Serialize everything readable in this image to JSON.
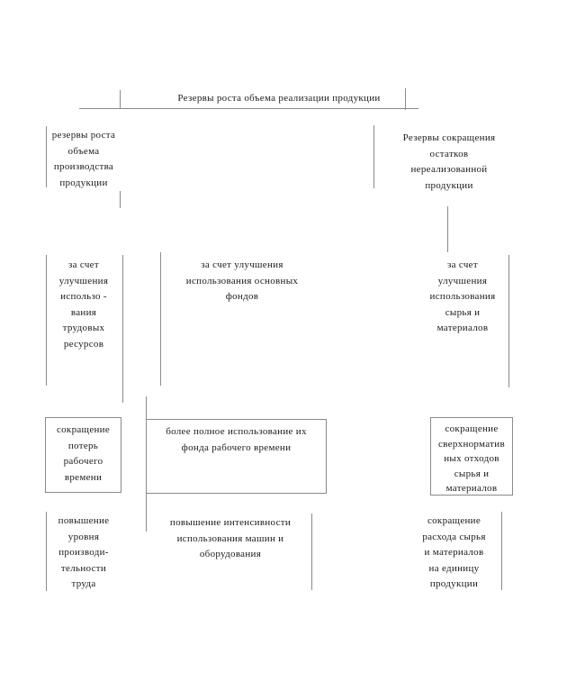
{
  "colors": {
    "text": "#1b1b1b",
    "line": "#8a8a8a",
    "background": "#ffffff"
  },
  "diagram": {
    "title": "Резервы роста объема реализации продукции",
    "left_column": {
      "top": "резервы роста\nобъема\nпроизводства\nпродукции",
      "mid": "за счет\nулучшения\nиспользо -\nвания\nтрудовых\nресурсов",
      "box": "сокращение\nпотерь\nрабочего\nвремени",
      "bottom": "повышение\nуровня\nпроизводи-\nтельности\nтруда"
    },
    "center_column": {
      "mid": "за счет улучшения\nиспользования основных\nфондов",
      "box": "более полное использование их\nфонда рабочего времени",
      "bottom": "повышение интенсивности\nиспользования машин и\nоборудования"
    },
    "right_column": {
      "top": "Резервы сокращения\nостатков\nнереализованной\nпродукции",
      "mid": "за счет\nулучшения\nиспользования\nсырья и\nматериалов",
      "box": "сокращение\nсверхнорматив\nных отходов\nсырья и\nматериалов",
      "bottom": "сокращение\nрасхода сырья\nи материалов\nна единицу\nпродукции"
    }
  }
}
